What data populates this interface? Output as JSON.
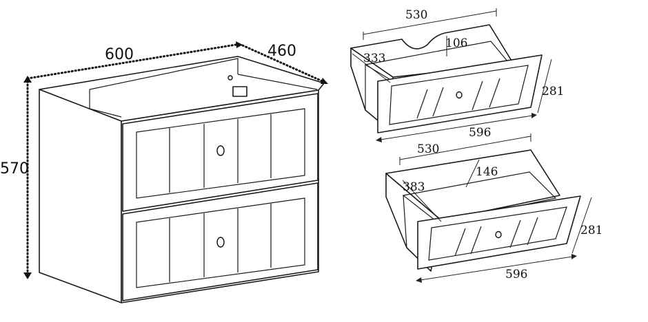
{
  "cabinet": {
    "width": "600",
    "depth": "460",
    "height": "570"
  },
  "drawer_top": {
    "inner_width": "530",
    "notch_depth": "106",
    "inner_depth": "333",
    "side_height": "281",
    "front_width": "596"
  },
  "drawer_bottom": {
    "inner_width": "530",
    "notch_depth": "146",
    "inner_depth": "383",
    "side_height": "281",
    "front_width": "596"
  }
}
